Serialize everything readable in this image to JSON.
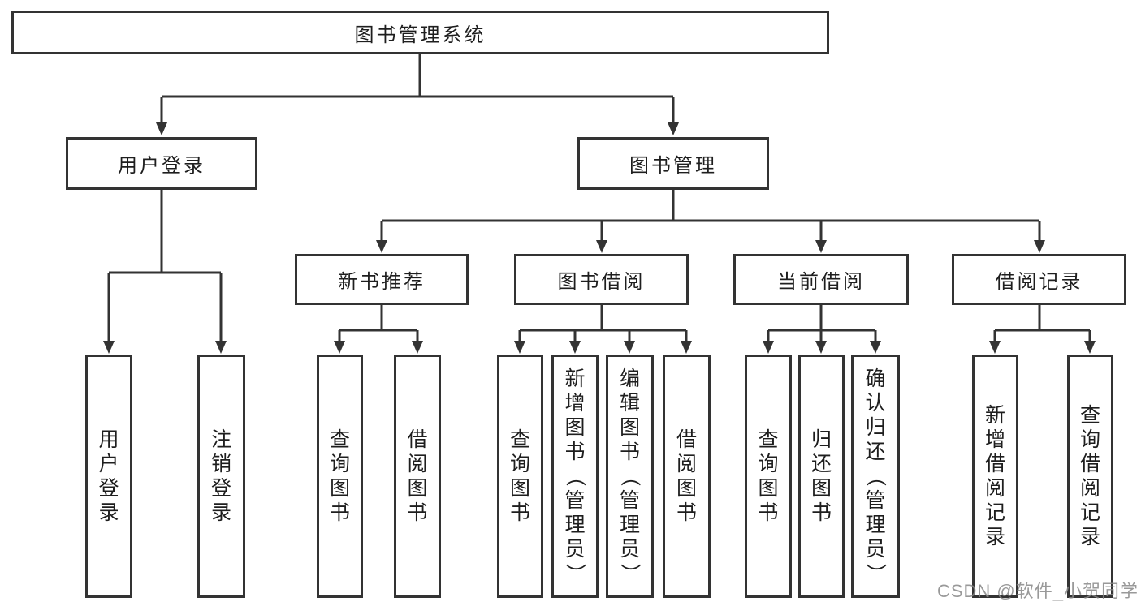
{
  "watermark": "CSDN @软件_小贺同学",
  "tree": {
    "root": "图书管理系统",
    "branches": [
      {
        "label": "用户登录",
        "children": [
          {
            "label": "用户登录"
          },
          {
            "label": "注销登录"
          }
        ]
      },
      {
        "label": "图书管理",
        "children": [
          {
            "label": "新书推荐",
            "children": [
              {
                "label": "查询图书"
              },
              {
                "label": "借阅图书"
              }
            ]
          },
          {
            "label": "图书借阅",
            "children": [
              {
                "label": "查询图书"
              },
              {
                "label": "新增图书（管理员）"
              },
              {
                "label": "编辑图书（管理员）"
              },
              {
                "label": "借阅图书"
              }
            ]
          },
          {
            "label": "当前借阅",
            "children": [
              {
                "label": "查询图书"
              },
              {
                "label": "归还图书"
              },
              {
                "label": "确认归还（管理员）"
              }
            ]
          },
          {
            "label": "借阅记录",
            "children": [
              {
                "label": "新增借阅记录"
              },
              {
                "label": "查询借阅记录"
              }
            ]
          }
        ]
      }
    ]
  },
  "colors": {
    "line": "#333333",
    "box_border": "#333333",
    "text": "#1e1e1e",
    "watermark": "#878787",
    "background": "#ffffff"
  }
}
